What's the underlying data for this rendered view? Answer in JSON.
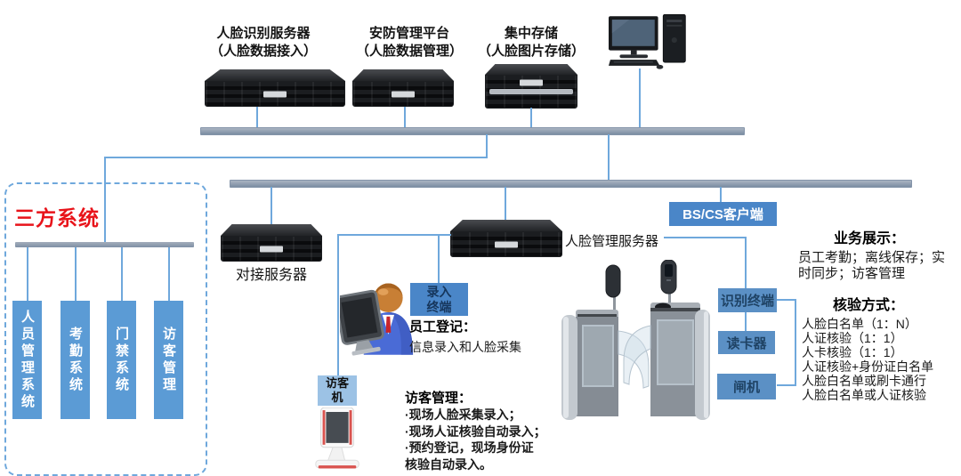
{
  "top_group": {
    "items": [
      {
        "line1": "人脸识别服务器",
        "line2": "（人脸数据接入）"
      },
      {
        "line1": "安防管理平台",
        "line2": "（人脸数据管理）"
      },
      {
        "line1": "集中存储",
        "line2": "（人脸图片存储）"
      }
    ]
  },
  "third_party": {
    "title": "三方系统",
    "systems": [
      "人员管理系统",
      "考勤系统",
      "门禁系统",
      "访客管理"
    ]
  },
  "servers": {
    "docking_label": "对接服务器",
    "face_mgmt_label": "人脸管理服务器"
  },
  "badges": {
    "bscs": "BS/CS客户端",
    "entry_line1": "录入",
    "entry_line2": "终端",
    "visitor_line1": "访客",
    "visitor_line2": "机",
    "recognition": "识别终端",
    "card_reader": "读卡器",
    "gate": "闸机"
  },
  "notes": {
    "employee": {
      "title": "员工登记：",
      "body": "信息录入和人脸采集"
    },
    "visitor": {
      "title": "访客管理：",
      "lines": [
        "·现场人脸采集录入；",
        "·现场人证核验自动录入；",
        "·预约登记，现场身份证",
        "核验自动录入。"
      ]
    },
    "business": {
      "title": "业务展示：",
      "lines": [
        "员工考勤；离线保存；实",
        "时同步；访客管理"
      ]
    },
    "verify": {
      "title": "核验方式：",
      "lines": [
        "人脸白名单（1：N）",
        "人证核验（1：1）",
        "人卡核验（1：1）",
        "人证核验+身份证白名单",
        "人脸白名单或刷卡通行",
        "人脸白名单或人证核验"
      ]
    }
  },
  "colors": {
    "connector_line": "#6fa8dc",
    "bus_bar": "#8494a9",
    "badge_blue": "#4a86c8",
    "badge_mid_blue": "#5b90c5",
    "badge_light_blue": "#9cc2e5",
    "system_box_blue": "#5b9bd5",
    "title_red": "#e8131a"
  }
}
